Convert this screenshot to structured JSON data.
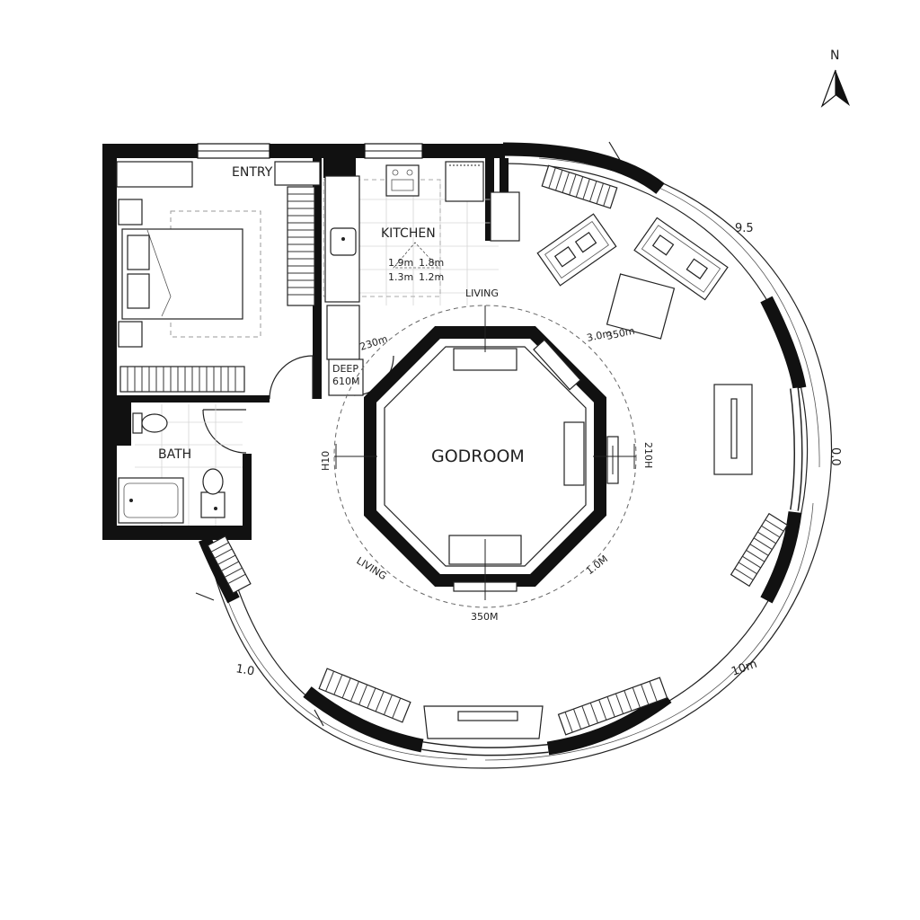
{
  "compass": {
    "label": "N"
  },
  "rooms": {
    "entry": "ENTRY",
    "kitchen": "KITCHEN",
    "living_top": "LIVING",
    "living_bottom": "LIVING",
    "bath": "BATH",
    "center": "GODROOM",
    "deep_line1": "DEEP",
    "deep_line2": "610M"
  },
  "dimensions": {
    "kitchen_dim1": "1.9m",
    "kitchen_dim2": "1.8m",
    "kitchen_dim3": "1.3m",
    "kitchen_dim4": "1.2m",
    "kitchen_diag": "230m",
    "living_dim1": "3.0m",
    "living_dim2": "350m",
    "left_h": "H10",
    "right_h": "210H",
    "bottom_right": "1.0M",
    "bottom_center": "350M",
    "outer_top_right": "9.5",
    "outer_right": "0.0",
    "outer_bottom_right": "10m",
    "outer_left": "1.0"
  }
}
